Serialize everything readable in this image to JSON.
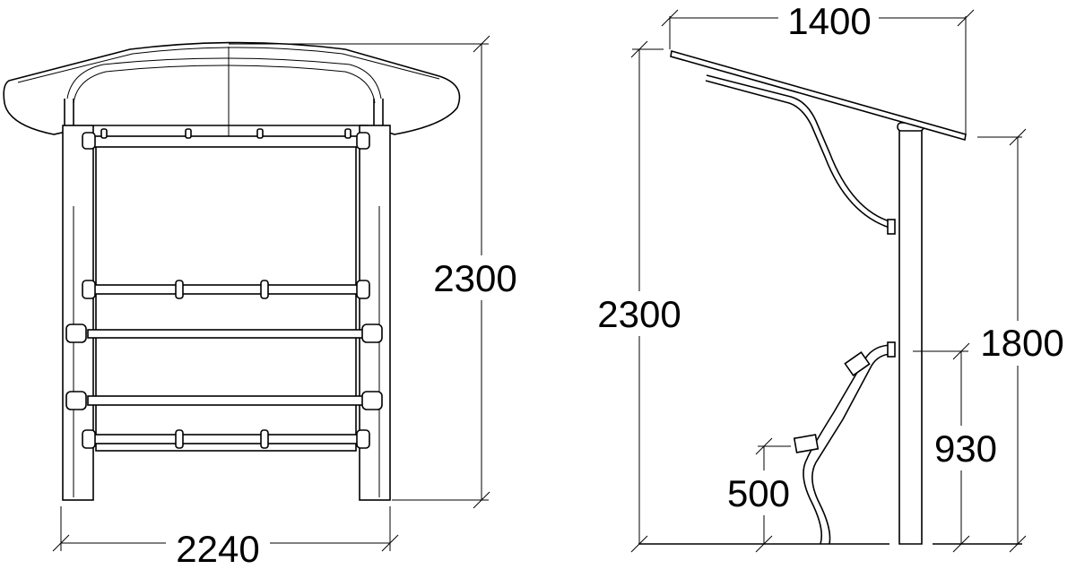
{
  "front_view": {
    "width_label": "2240",
    "height_label": "2300"
  },
  "side_view": {
    "canopy_depth_label": "1400",
    "total_height_label": "2300",
    "canopy_low_edge_label": "1800",
    "upper_bar_height_label": "930",
    "lower_bar_height_label": "500"
  }
}
